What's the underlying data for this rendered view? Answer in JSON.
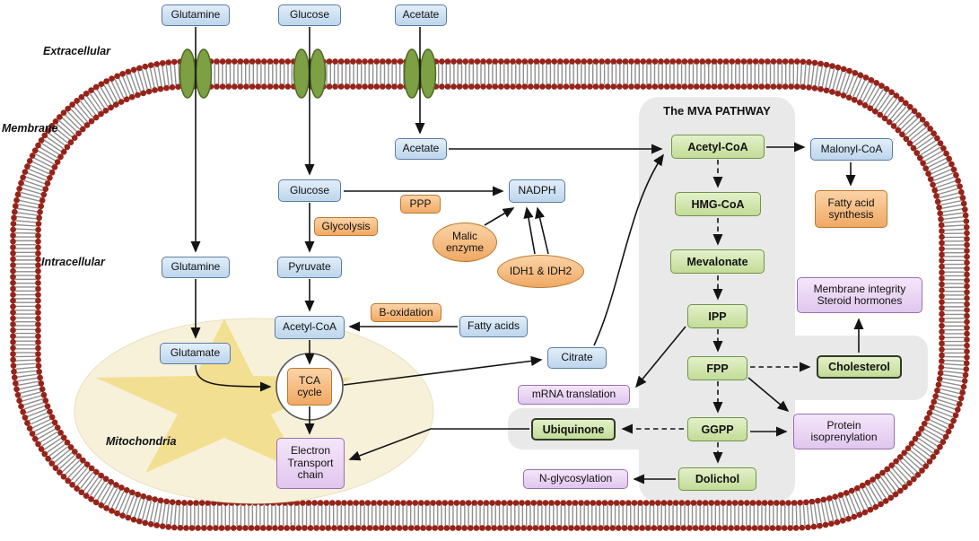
{
  "diagram": {
    "mva_title": "The MVA PATHWAY",
    "region_labels": {
      "extracellular": "Extracellular",
      "membrane": "Membrane",
      "intracellular": "Intracellular",
      "mitochondria": "Mitochondria"
    },
    "nodes": {
      "glutamine_top": "Glutamine",
      "glucose_top": "Glucose",
      "acetate_top": "Acetate",
      "acetate_in": "Acetate",
      "glucose_in": "Glucose",
      "ppp": "PPP",
      "nadph": "NADPH",
      "glycolysis": "Glycolysis",
      "malic_enzyme": "Malic\nenzyme",
      "idh": "IDH1 & IDH2",
      "glutamine_in": "Glutamine",
      "pyruvate": "Pyruvate",
      "b_oxidation": "B-oxidation",
      "fatty_acids": "Fatty acids",
      "acetyl_coa_in": "Acetyl-CoA",
      "glutamate": "Glutamate",
      "tca": "TCA\ncycle",
      "citrate": "Citrate",
      "mrna_translation": "mRNA translation",
      "ubiquinone": "Ubiquinone",
      "etc": "Electron\nTransport\nchain",
      "n_glycosylation": "N-glycosylation",
      "acetyl_coa_mva": "Acetyl-CoA",
      "hmg_coa": "HMG-CoA",
      "mevalonate": "Mevalonate",
      "ipp": "IPP",
      "fpp": "FPP",
      "ggpp": "GGPP",
      "dolichol": "Dolichol",
      "malonyl_coa": "Malonyl-CoA",
      "fatty_acid_synthesis": "Fatty acid\nsynthesis",
      "membrane_integrity": "Membrane integrity\nSteroid hormones",
      "cholesterol": "Cholesterol",
      "protein_isoprenylation": "Protein\nisoprenylation"
    },
    "colors": {
      "substrate_box_fill": "#bdd5ec",
      "substrate_box_border": "#5b7da3",
      "enzyme_box_fill": "#f0a964",
      "enzyme_box_border": "#b97a2f",
      "mva_box_fill": "#c2dc97",
      "mva_box_border": "#6f944a",
      "product_box_fill": "#e1c6ee",
      "product_box_border": "#9a6fb0",
      "membrane_head_dot": "#96231a",
      "membrane_tails": "#8f8f8f",
      "transporter_green": "#7da045",
      "mitochondria_fill": "#f7f1da",
      "mitochondria_star": "#f1cf55",
      "mva_panel_gray": "#e9e9e9"
    }
  }
}
